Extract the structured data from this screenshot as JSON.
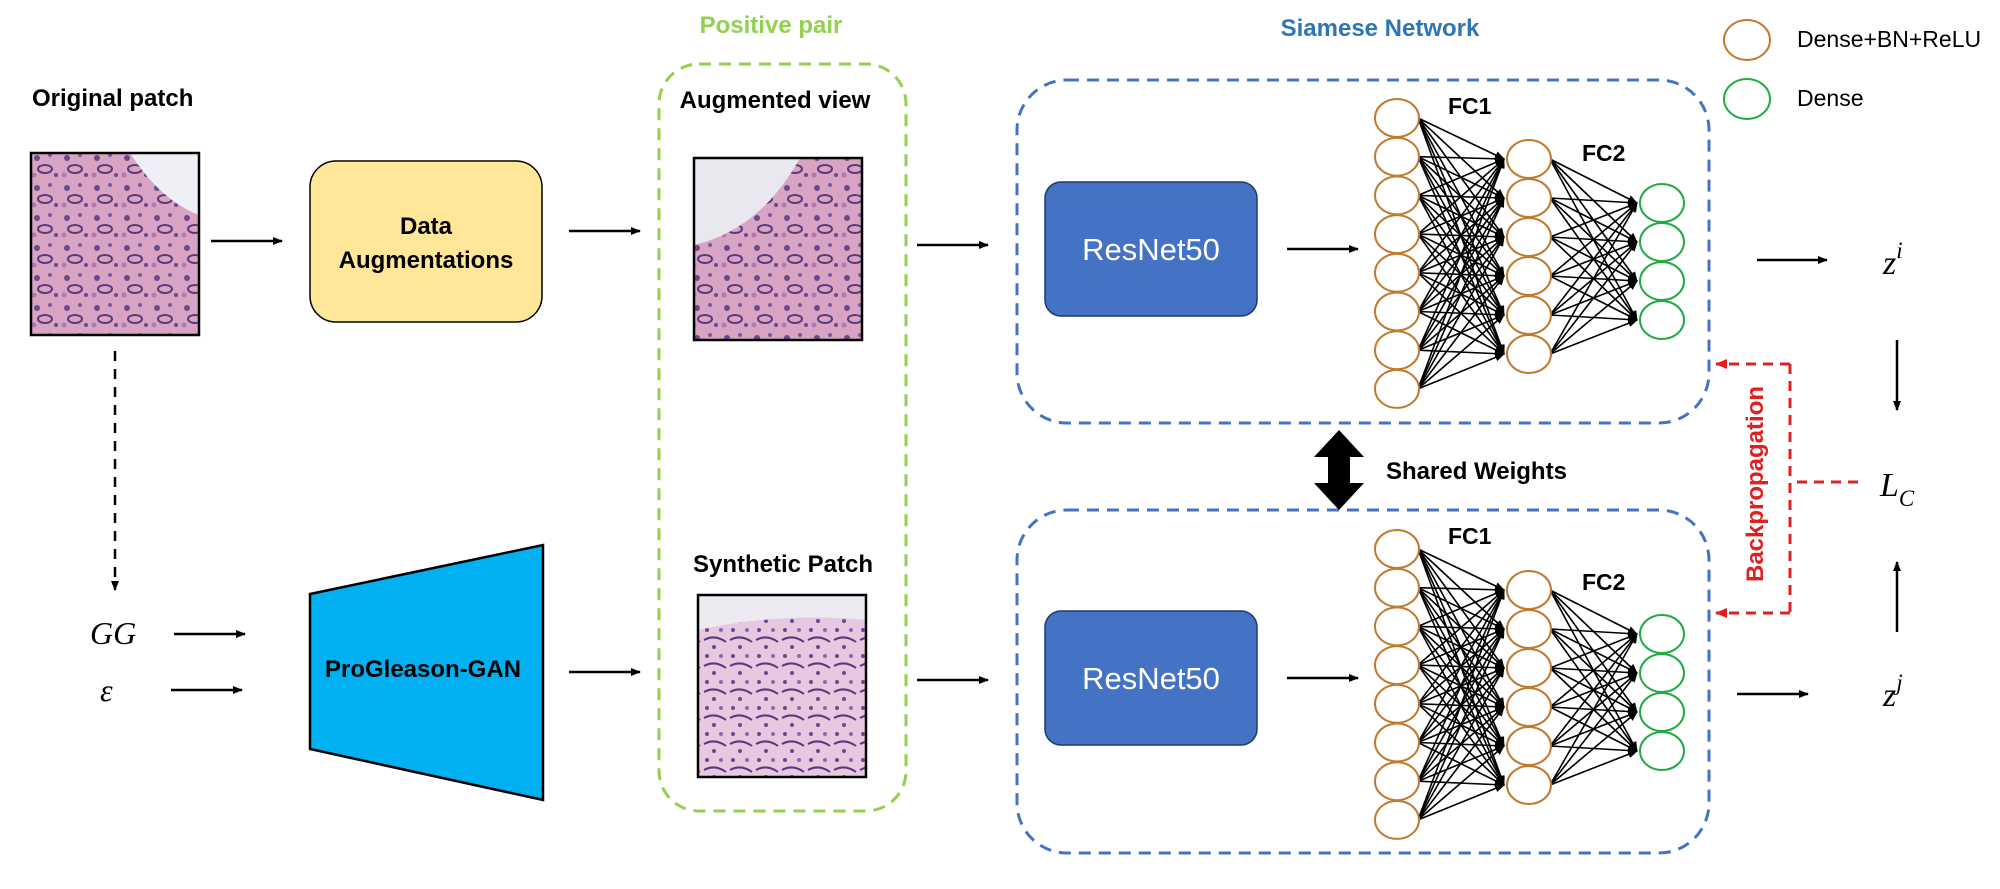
{
  "labels": {
    "original_patch": "Original patch",
    "data_augmentations_line1": "Data",
    "data_augmentations_line2": "Augmentations",
    "positive_pair": "Positive pair",
    "augmented_view": "Augmented view",
    "synthetic_patch": "Synthetic Patch",
    "siamese_network": "Siamese Network",
    "resnet_top": "ResNet50",
    "resnet_bottom": "ResNet50",
    "fc1_top": "FC1",
    "fc2_top": "FC2",
    "fc1_bottom": "FC1",
    "fc2_bottom": "FC2",
    "shared_weights": "Shared Weights",
    "backpropagation": "Backpropagation",
    "progleason_gan": "ProGleason-GAN",
    "gg": "GG",
    "epsilon": "ε",
    "z_i_base": "z",
    "z_i_sup": "i",
    "z_j_base": "z",
    "z_j_sup": "j",
    "loss_base": "L",
    "loss_sub": "C"
  },
  "legend": [
    {
      "label": "Dense+BN+ReLU",
      "color": "#c07a2f"
    },
    {
      "label": "Dense",
      "color": "#22aa44"
    }
  ],
  "colors": {
    "positive_pair_border": "#92d050",
    "siamese_border": "#4472c4",
    "siamese_title": "#2e75b6",
    "resnet_fill": "#4472c4",
    "augment_fill": "#ffe699",
    "gan_fill": "#00b0f0",
    "backprop": "#e02020",
    "dense_bn_relu_node": "#c07a2f",
    "dense_node": "#22aa44"
  },
  "icons": {
    "tissue_image": "histology-patch-image",
    "arrow": "arrow-right-icon",
    "shared_arrow": "double-arrow-icon"
  }
}
